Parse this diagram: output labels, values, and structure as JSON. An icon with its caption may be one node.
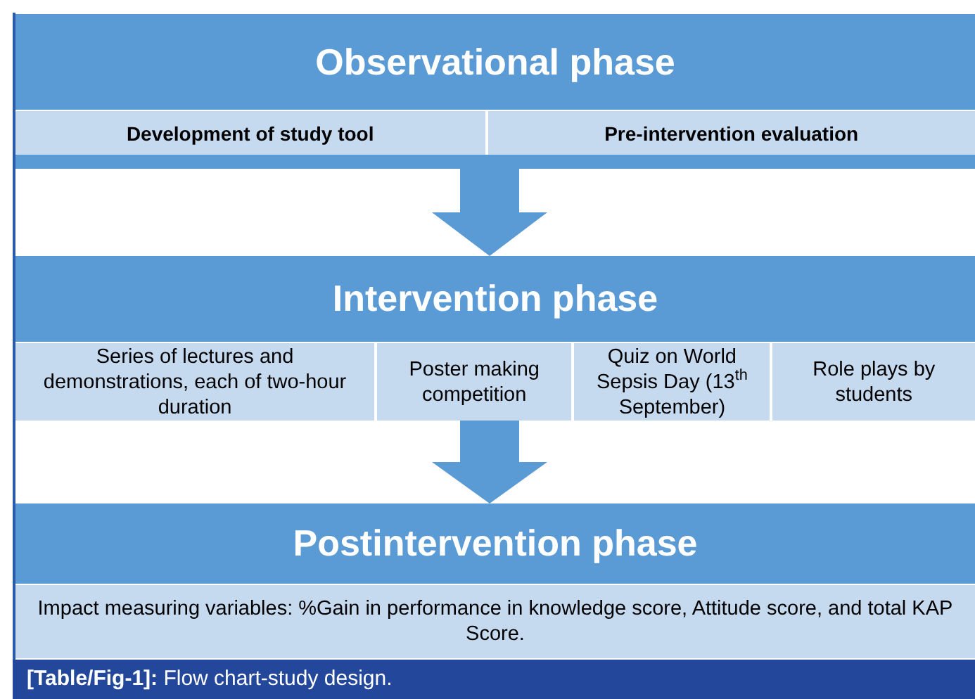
{
  "diagram": {
    "caption": "**[Table/Fig-1]:** Flow chart-study design.",
    "nodes": [
      {
        "text": [
          "Observational phase"
        ]
      },
      {
        "text": [
          "Development of study tool"
        ],
        "in": 0
      },
      {
        "text": [
          "Pre-intervention evaluation"
        ],
        "in": 0
      },
      {
        "text": [
          "Intervention phase"
        ]
      },
      {
        "text": [
          "Series of lectures and demonstrations, each of two-hour duration"
        ],
        "in": 3
      },
      {
        "text": [
          "Poster making competition"
        ],
        "in": 3
      },
      {
        "text": [
          "Quiz on World Sepsis Day (13$^{th}$ September)"
        ],
        "in": 3
      },
      {
        "text": [
          "Role plays by students"
        ],
        "in": 3
      },
      {
        "text": [
          "Postintervention phase"
        ]
      },
      {
        "text": [
          "Impact measuring variables: %Gain in performance in knowledge score, Attitude score, and total KAP Score."
        ],
        "in": 8
      }
    ],
    "edges": [
      {
        "from": 0,
        "to": 3,
        "arrow": "to"
      },
      {
        "from": 3,
        "to": 8,
        "arrow": "to"
      }
    ]
  }
}
